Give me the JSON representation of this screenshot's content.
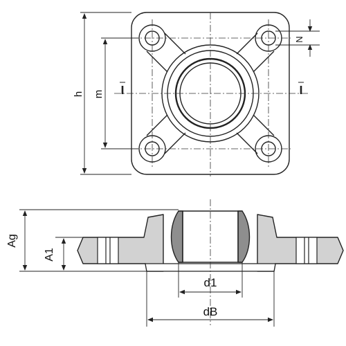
{
  "dimensions": {
    "h": "h",
    "m": "m",
    "n": "N",
    "ag": "Ag",
    "a1": "A1",
    "d1": "d1",
    "db": "dB"
  },
  "colors": {
    "line": "#222222",
    "section_fill": "#d2d2d2",
    "ball_fill": "#8e8e8e",
    "background": "#ffffff"
  }
}
